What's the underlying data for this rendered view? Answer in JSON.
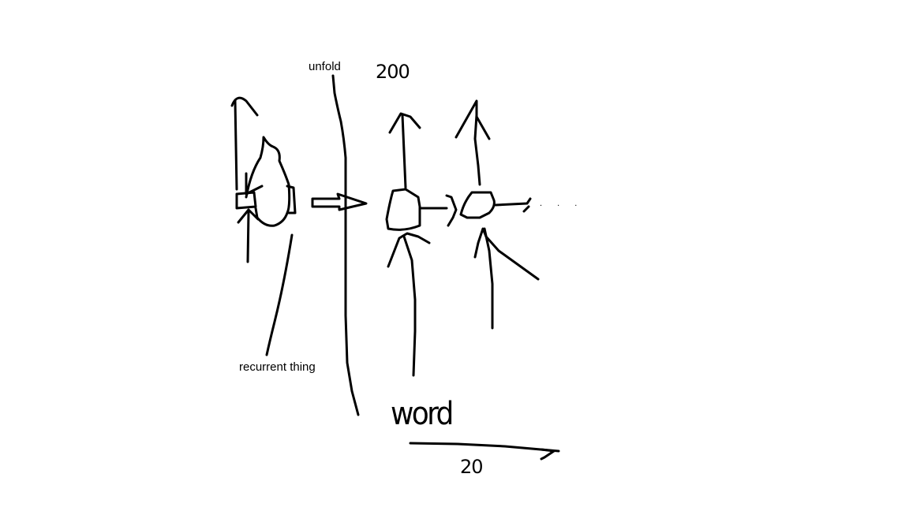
{
  "labels": {
    "unfold": "unfold",
    "recurrent": "recurrent thing",
    "word": "word",
    "count_top": "200",
    "count_bottom": "20",
    "ellipsis": ". . ."
  },
  "colors": {
    "ink": "#000000",
    "background": "#ffffff"
  }
}
